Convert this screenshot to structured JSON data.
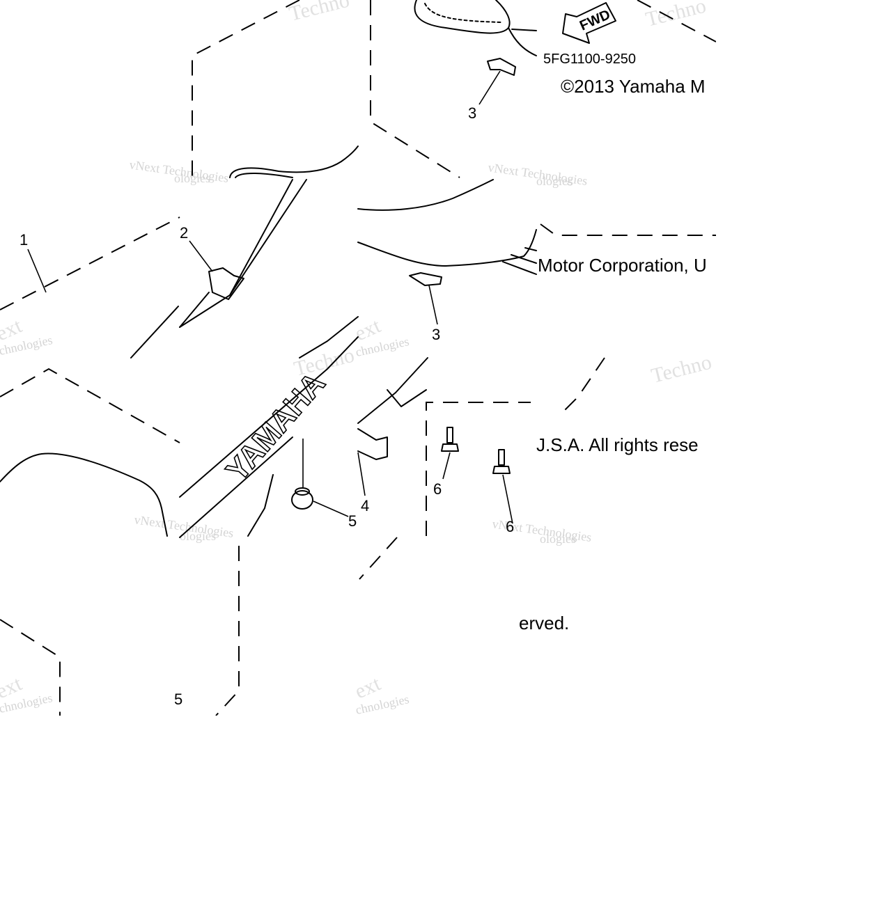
{
  "diagram": {
    "part_number": "5FG1100-9250",
    "copyright_fragments": [
      "©2013 Yamaha M",
      "Motor Corporation, U",
      "J.S.A. All rights rese",
      "erved."
    ],
    "logo_text": "YAMAHA",
    "arrow_label": "FWD",
    "callouts": [
      "1",
      "2",
      "3",
      "3",
      "4",
      "5",
      "6",
      "6",
      "5"
    ],
    "watermark": {
      "line1": "vNext Technologies",
      "fragment_a": "Techno",
      "fragment_b": "ext",
      "fragment_c": "chnologies",
      "fragment_d": "ologies",
      "color": "#d4d4d4"
    }
  }
}
